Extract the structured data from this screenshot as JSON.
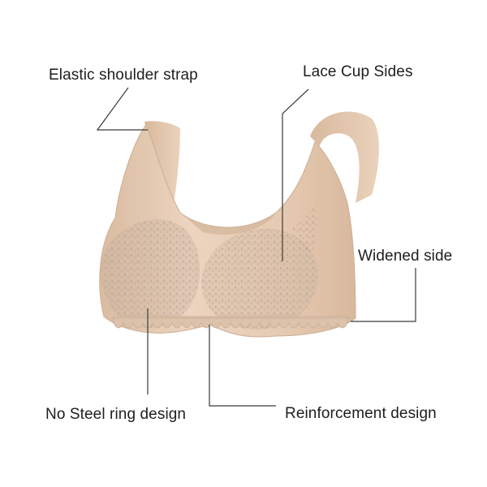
{
  "callouts": {
    "shoulder_strap": "Elastic shoulder strap",
    "lace_cup_sides": "Lace Cup Sides",
    "widened_side": "Widened side",
    "no_steel_ring": "No Steel ring design",
    "reinforcement": "Reinforcement design"
  },
  "colors": {
    "fabric": "#e8cdb5",
    "fabric_shadow": "#d4b49a",
    "lace": "#c9b3a0",
    "leader_lines": "#3a3a3a",
    "text": "#1e1e1e",
    "background": "#ffffff"
  }
}
